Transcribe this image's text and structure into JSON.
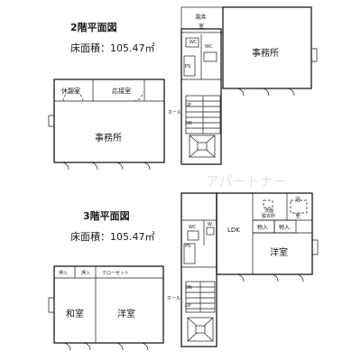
{
  "floor2": {
    "title": "2階平面図",
    "area": "床面積：105.47㎡",
    "rooms": {
      "kyutoshitsu_top": "湯沸",
      "kyutoshitsu_bottom": "室",
      "office_right": "事務所",
      "restroom": "休憩室",
      "reception": "応接室",
      "office_main": "事務所",
      "wc_a": "WC",
      "wc_b": "WC",
      "hall": "ホール",
      "ps": "PS"
    },
    "stair": {
      "up": "UP",
      "dn": "DN"
    }
  },
  "floor3": {
    "title": "3階平面図",
    "area": "床面積：105.47㎡",
    "rooms": {
      "wc": "WC",
      "wash": "W",
      "ldk": "LDK",
      "laundry_top": "洗面",
      "laundry_bottom": "脱衣所",
      "bath_top": "浴",
      "bath_bottom": "室",
      "closet1": "物入",
      "closet2": "物入",
      "western_right": "洋室",
      "oshiire1": "押入",
      "oshiire2": "押入",
      "wic": "クローゼット",
      "japanese": "和室",
      "western_left": "洋室",
      "hall": "ホール",
      "ps": "PS"
    },
    "stair": {
      "dn": "DN",
      "up": "UP"
    }
  },
  "watermark": "アパートナー",
  "colors": {
    "line": "#1a1a1a",
    "watermark": "#e4e4e4"
  }
}
